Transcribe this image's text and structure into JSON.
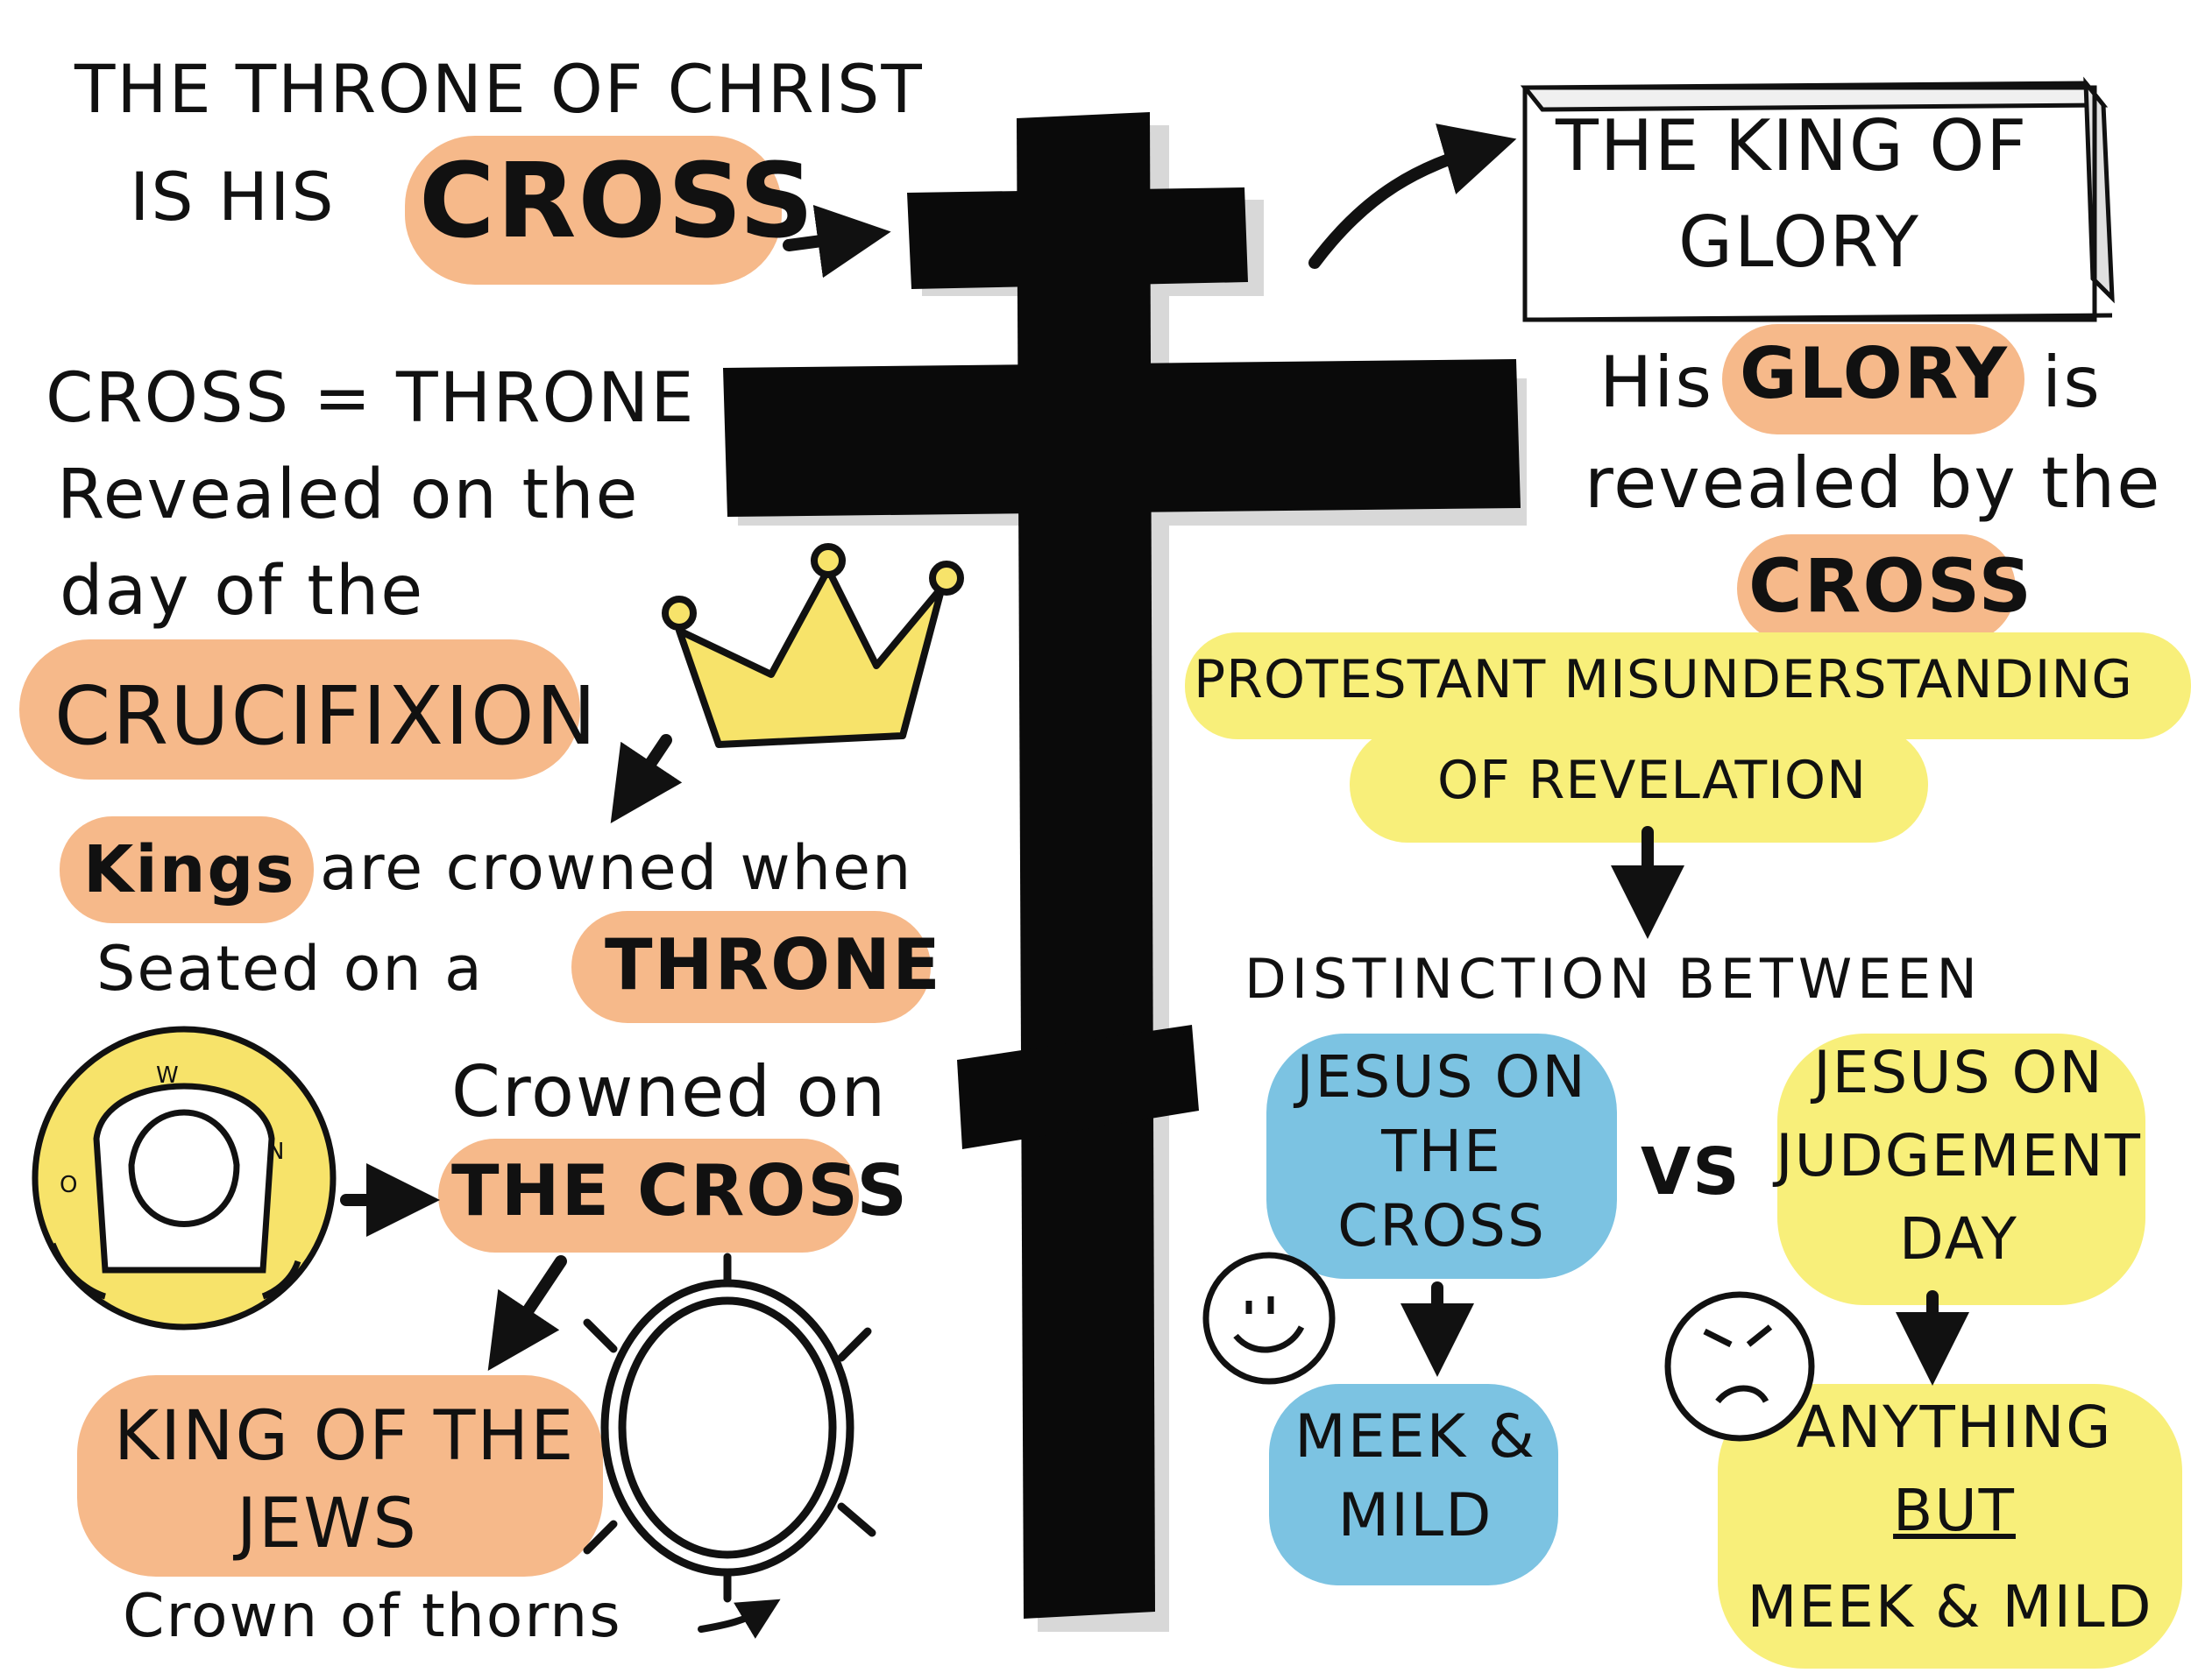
{
  "left": {
    "heading_line1": "THE THRONE OF CHRIST",
    "heading_line2_prefix": "IS HIS",
    "heading_line2_emph": "CROSS",
    "equation": "CROSS = THRONE",
    "revealed_line1": "Revealed on the",
    "revealed_line2": "day of the",
    "crucifixion": "CRUCIFIXION",
    "kings_emph": "Kings",
    "kings_rest": "are crowned when",
    "seated": "Seated on a",
    "throne_emph": "THRONE",
    "crowned_on": "Crowned on",
    "the_cross": "THE CROSS",
    "king_jews_line1": "KING OF THE",
    "king_jews_line2": "JEWS",
    "crown_thorns": "Crown of thorns",
    "halo_letters": [
      "O",
      "W",
      "N"
    ]
  },
  "right": {
    "plaque_line1": "THE KING OF",
    "plaque_line2": "GLORY",
    "his": "His",
    "glory_emph": "GLORY",
    "is": "is",
    "revealed_by": "revealed by the",
    "cross_emph": "CROSS",
    "protestant_line1": "PROTESTANT MISUNDERSTANDING",
    "protestant_line2": "OF REVELATION",
    "distinction": "DISTINCTION BETWEEN",
    "jesus_cross_line1": "JESUS ON",
    "jesus_cross_line2": "THE",
    "jesus_cross_line3": "CROSS",
    "vs": "VS",
    "jesus_judgement_line1": "JESUS ON",
    "jesus_judgement_line2": "JUDGEMENT",
    "jesus_judgement_line3": "DAY",
    "meek_line1": "MEEK &",
    "meek_line2": "MILD",
    "anything_line1": "ANYTHING",
    "anything_line2": "BUT",
    "anything_line3": "MEEK & MILD"
  },
  "colors": {
    "orange": "#f6b98a",
    "yellow": "#f8ef7a",
    "blue": "#7cc3e2",
    "ink": "#111111",
    "gold": "#f7e36a"
  }
}
